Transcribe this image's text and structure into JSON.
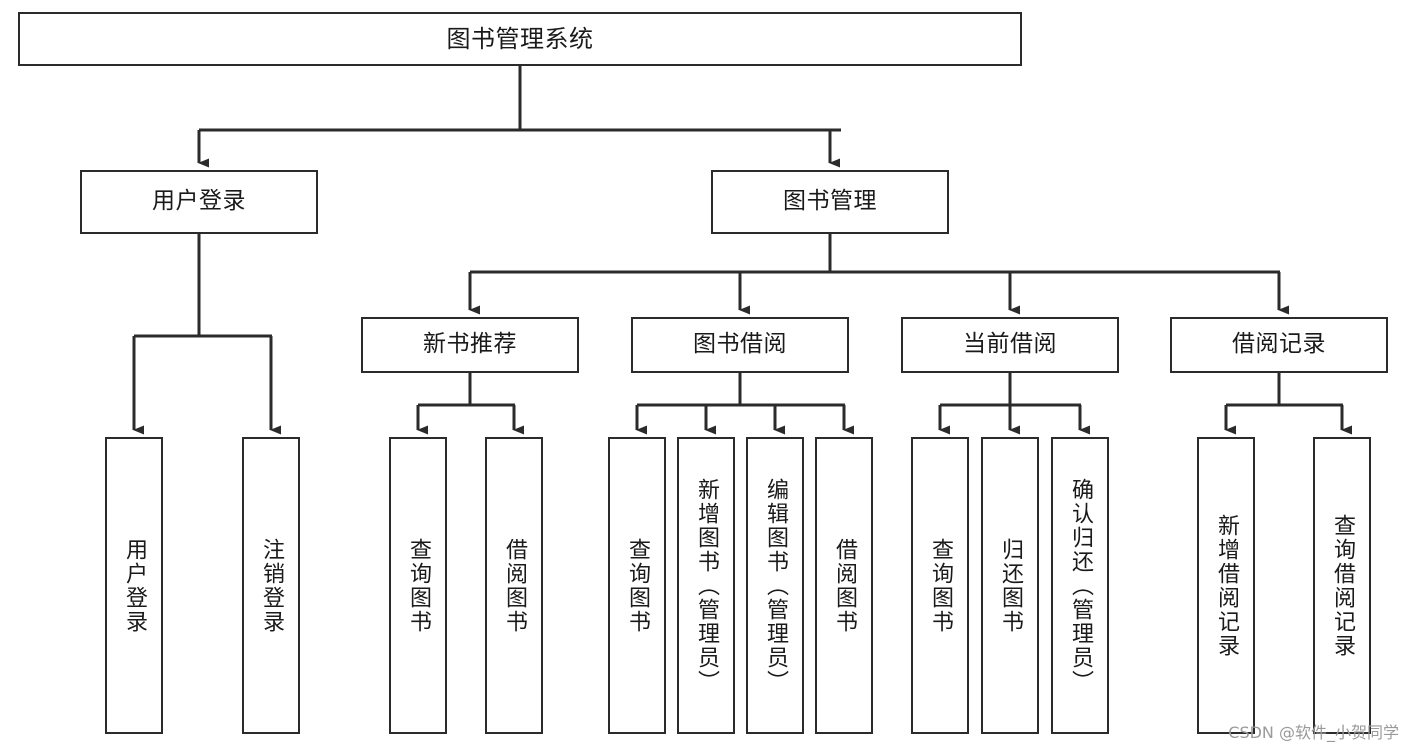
{
  "diagram": {
    "title": "图书管理系统",
    "type": "tree",
    "background_color": "#ffffff",
    "line_color": "#2b2b2b",
    "text_color": "#1a1a1a",
    "watermark": "CSDN @软件_小贺同学",
    "nodes": {
      "root": {
        "label": "图书管理系统"
      },
      "level1": [
        {
          "label": "用户登录"
        },
        {
          "label": "图书管理"
        }
      ],
      "level2": [
        {
          "label": "新书推荐"
        },
        {
          "label": "图书借阅"
        },
        {
          "label": "当前借阅"
        },
        {
          "label": "借阅记录"
        }
      ],
      "leaves": {
        "user_login": [
          {
            "label": "用户登录"
          },
          {
            "label": "注销登录"
          }
        ],
        "new_book_recommend": [
          {
            "label": "查询图书"
          },
          {
            "label": "借阅图书"
          }
        ],
        "book_borrow": [
          {
            "label": "查询图书"
          },
          {
            "label": "新增图书（管理员）"
          },
          {
            "label": "编辑图书（管理员）"
          },
          {
            "label": "借阅图书"
          }
        ],
        "current_borrow": [
          {
            "label": "查询图书"
          },
          {
            "label": "归还图书"
          },
          {
            "label": "确认归还（管理员）"
          }
        ],
        "borrow_record": [
          {
            "label": "新增借阅记录"
          },
          {
            "label": "查询借阅记录"
          }
        ]
      }
    }
  }
}
